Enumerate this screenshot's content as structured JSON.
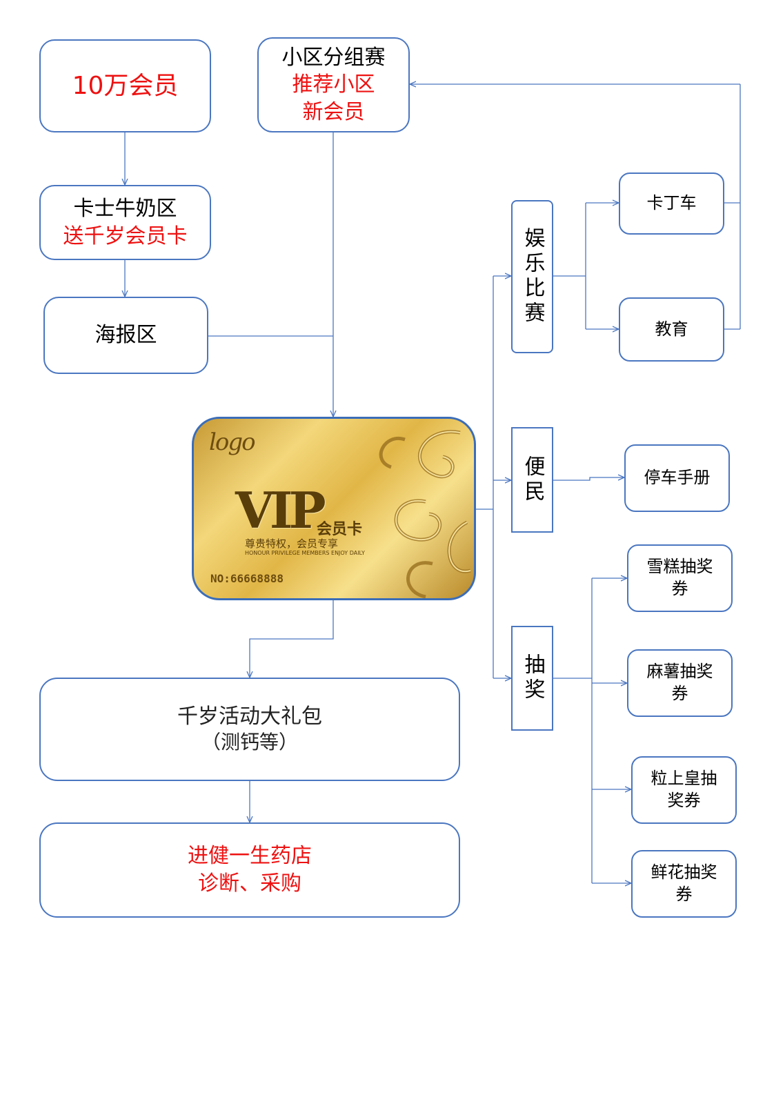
{
  "nodes": {
    "members_100k": "10万会员",
    "district_title": "小区分组赛",
    "district_recommend": "推荐小区",
    "district_new": "新会员",
    "milk_title": "卡士牛奶区",
    "milk_gift": "送千岁会员卡",
    "poster": "海报区",
    "ent_title": "娱乐比赛",
    "kart": "卡丁车",
    "education": "教育",
    "convenience": "便民",
    "parking": "停车手册",
    "lottery": "抽奖",
    "icecream_line1": "雪糕抽奖",
    "icecream_line2": "券",
    "yam_line1": "麻薯抽奖",
    "yam_line2": "券",
    "grain_line1": "粒上皇抽",
    "grain_line2": "奖券",
    "flower_line1": "鲜花抽奖",
    "flower_line2": "券",
    "gift_title": "千岁活动大礼包",
    "gift_note": "（测钙等）",
    "pharmacy_line1": "进健一生药店",
    "pharmacy_line2": "诊断、采购"
  },
  "card": {
    "logo": "logo",
    "vip": "VIP",
    "member_card": "会员卡",
    "slogan": "尊贵特权，会员专享",
    "english": "HONOUR PRIVILEGE MEMBERS ENJOY DAILY",
    "number": "NO:66668888"
  },
  "colors": {
    "border": "#4a76c0",
    "connector": "#4a76c0",
    "highlight_text": "#ee1111",
    "card_gold": "#e1b647"
  }
}
